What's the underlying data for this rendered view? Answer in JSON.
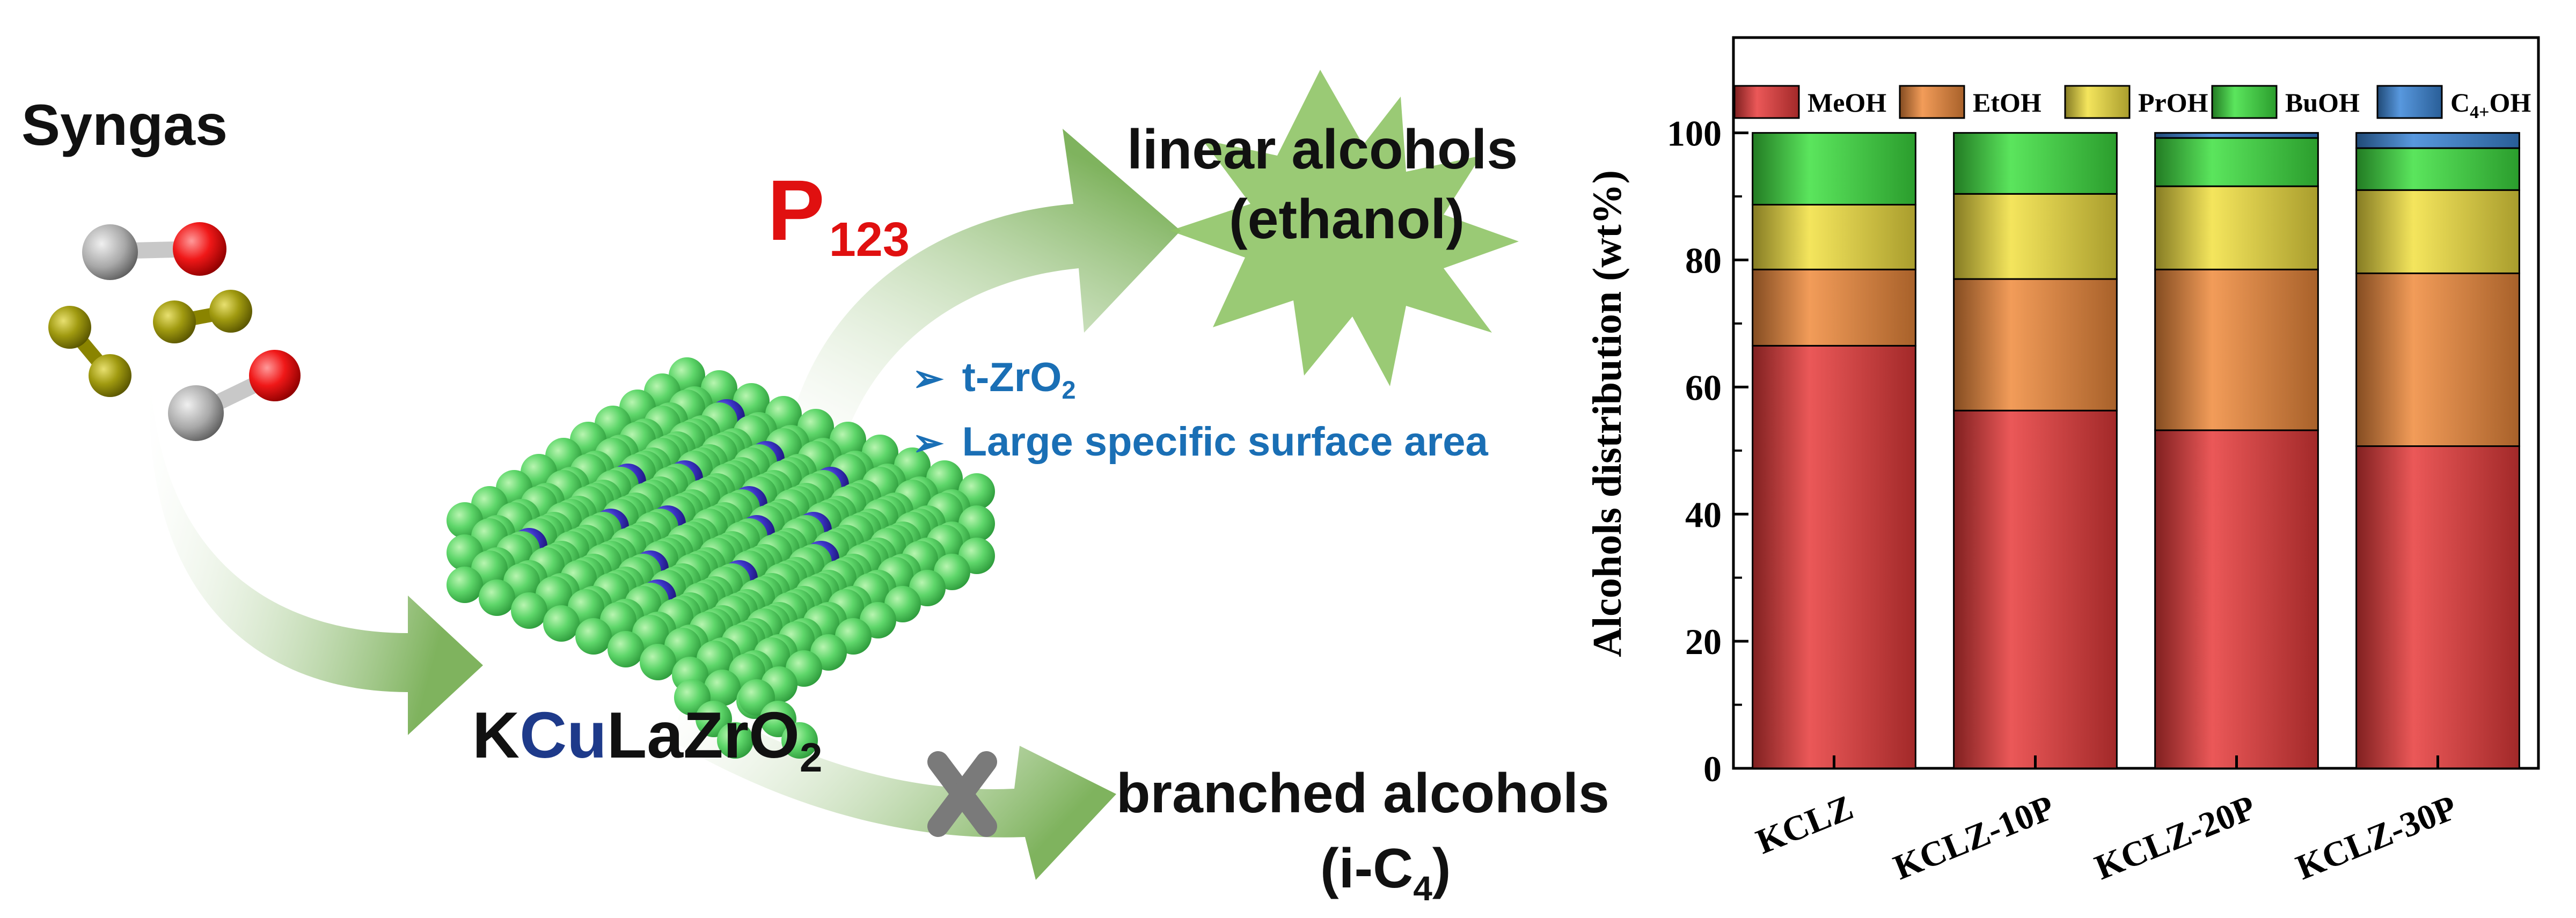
{
  "scheme": {
    "reactant": "Syngas",
    "promoter_main": "P",
    "promoter_sub": "123",
    "catalyst": {
      "k": "K",
      "cu": "Cu",
      "rest": "LaZrO",
      "sub": "2"
    },
    "features": [
      {
        "arrow": "➢",
        "text": "t-ZrO",
        "sub": "2"
      },
      {
        "arrow": "➢",
        "text": "Large specific surface area",
        "sub": ""
      }
    ],
    "product_linear": {
      "line1": "linear alcohols",
      "line2": "(ethanol)"
    },
    "product_branched": {
      "line1": "branched alcohols",
      "line2_pre": "(i-C",
      "line2_sub": "4",
      "line2_post": ")"
    },
    "colors": {
      "arrow_green": "#8ab86a",
      "particle_green": "#5ed66a",
      "particle_blue": "#3b34c8",
      "text_blue": "#1a6fb5",
      "red": "#e01010"
    }
  },
  "chart_data": {
    "type": "bar",
    "stacked": true,
    "categories": [
      "KCLZ",
      "KCLZ-10P",
      "KCLZ-20P",
      "KCLZ-30P"
    ],
    "ylabel": "Alcohols distribution (wt%)",
    "ylim": [
      0,
      115
    ],
    "yticks": [
      0,
      20,
      40,
      60,
      80,
      100
    ],
    "legend_position": "top",
    "series": [
      {
        "name": "MeOH",
        "color": "#e83a3a",
        "values": [
          66.5,
          56.3,
          53.2,
          50.7
        ]
      },
      {
        "name": "EtOH",
        "color": "#f08a3c",
        "values": [
          12.0,
          20.7,
          25.3,
          27.2
        ]
      },
      {
        "name": "PrOH",
        "color": "#f2e040",
        "values": [
          10.2,
          13.4,
          13.1,
          13.1
        ]
      },
      {
        "name": "BuOH",
        "color": "#3ee040",
        "values": [
          11.3,
          9.6,
          7.6,
          6.6
        ]
      },
      {
        "name": "C4+OH",
        "color": "#3a86d8",
        "values": [
          0.0,
          0.0,
          0.8,
          2.4
        ]
      }
    ],
    "legend_labels": [
      {
        "main": "MeOH",
        "sub": "",
        "post": ""
      },
      {
        "main": "EtOH",
        "sub": "",
        "post": ""
      },
      {
        "main": "PrOH",
        "sub": "",
        "post": ""
      },
      {
        "main": "BuOH",
        "sub": "",
        "post": ""
      },
      {
        "main": "C",
        "sub": "4+",
        "post": "OH"
      }
    ]
  }
}
